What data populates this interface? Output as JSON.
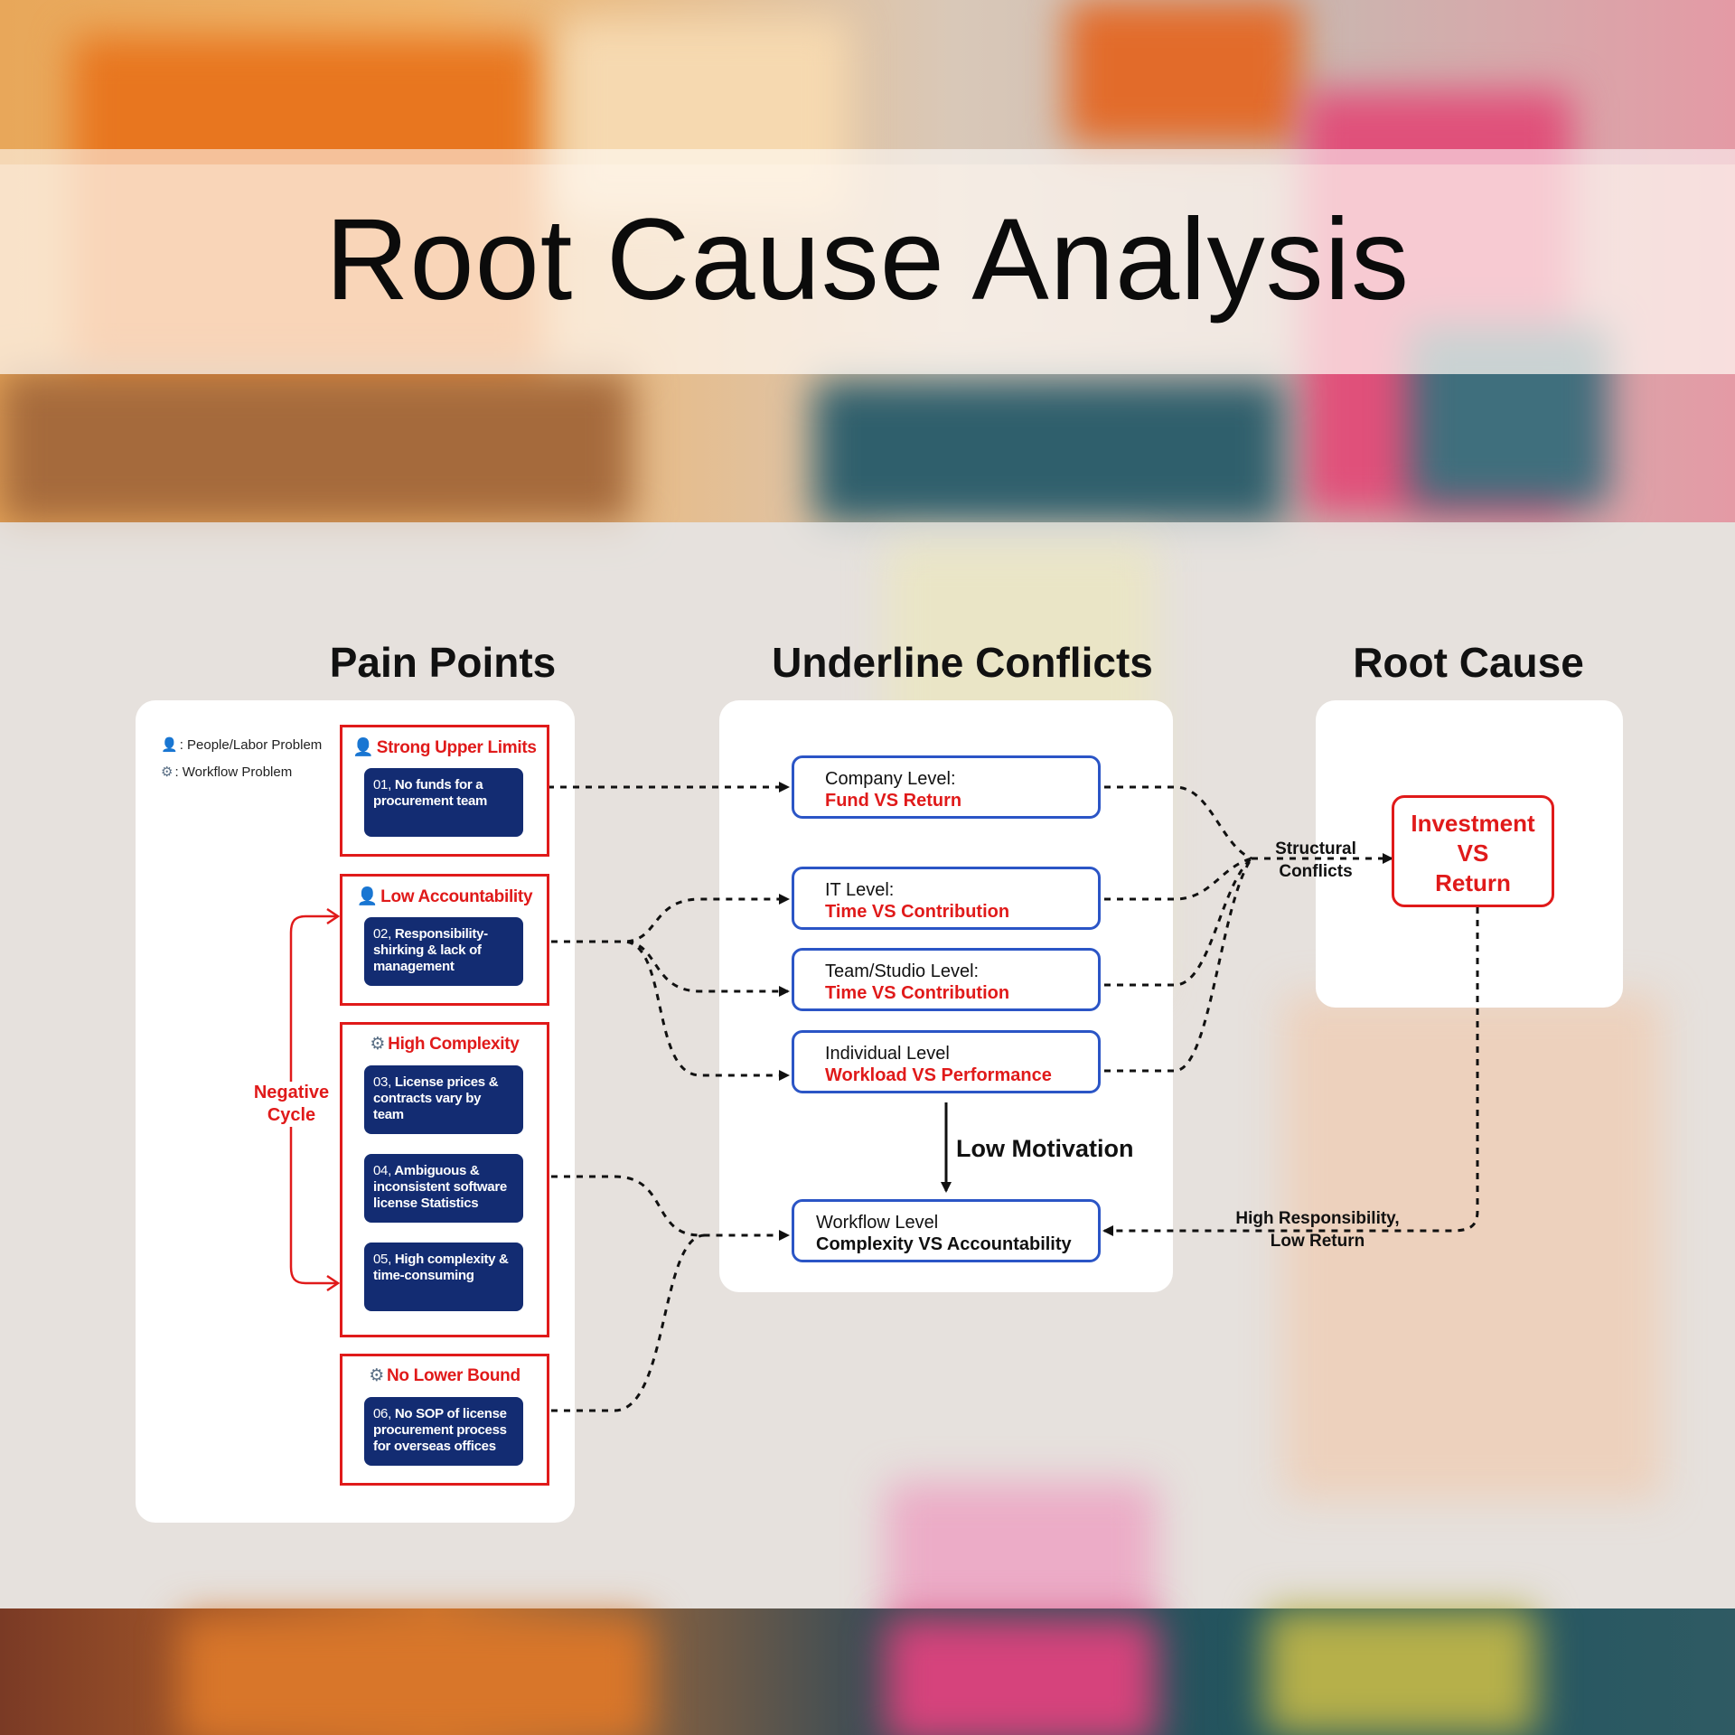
{
  "title": "Root Cause Analysis",
  "columns": {
    "pain_points": "Pain Points",
    "conflicts": "Underline Conflicts",
    "root_cause": "Root Cause"
  },
  "legend": {
    "people": ": People/Labor Problem",
    "workflow": ": Workflow Problem"
  },
  "pain_groups": [
    {
      "title": "Strong Upper Limits",
      "icon": "person-icon",
      "cards": [
        {
          "num": "01,",
          "text": "No funds for a procurement team"
        }
      ]
    },
    {
      "title": "Low Accountability",
      "icon": "person-icon",
      "cards": [
        {
          "num": "02,",
          "text": "Responsibility-shirking & lack of management"
        }
      ]
    },
    {
      "title": "High Complexity",
      "icon": "gear-icon",
      "cards": [
        {
          "num": "03,",
          "text": "License prices & contracts vary by team"
        },
        {
          "num": "04,",
          "text": "Ambiguous & inconsistent software license Statistics"
        },
        {
          "num": "05,",
          "text": "High complexity & time-consuming"
        }
      ]
    },
    {
      "title": "No Lower Bound",
      "icon": "gear-icon",
      "cards": [
        {
          "num": "06,",
          "text": "No SOP of license procurement process for overseas offices"
        }
      ]
    }
  ],
  "negative_cycle": "Negative Cycle",
  "conflicts": [
    {
      "level": "Company Level:",
      "tension": "Fund VS Return"
    },
    {
      "level": "IT Level:",
      "tension": "Time VS Contribution"
    },
    {
      "level": "Team/Studio Level:",
      "tension": "Time VS Contribution"
    },
    {
      "level": "Individual Level",
      "tension": "Workload VS Performance"
    },
    {
      "level": "Workflow Level",
      "tension": "Complexity VS Accountability"
    }
  ],
  "low_motivation": "Low Motivation",
  "root_cause": {
    "line1": "Investment",
    "line2": "VS",
    "line3": "Return"
  },
  "edge_labels": {
    "structural_1": "Structural",
    "structural_2": "Conflicts",
    "high_resp_1": "High Responsibility,",
    "high_resp_2": "Low Return"
  },
  "colors": {
    "accent_red": "#e01a1a",
    "card_navy": "#132c72",
    "box_blue": "#2b55c6"
  }
}
